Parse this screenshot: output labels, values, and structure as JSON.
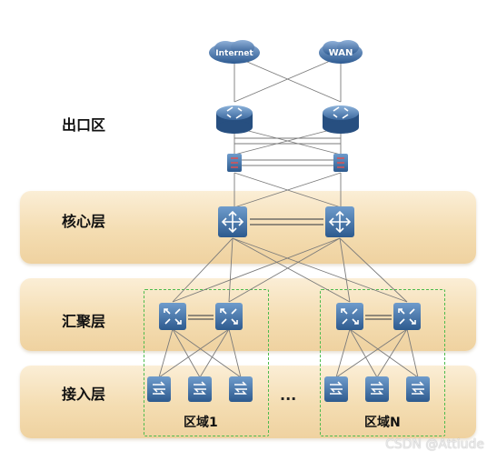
{
  "layers": {
    "egress": "出口区",
    "core": "核心层",
    "aggregation": "汇聚层",
    "access": "接入层"
  },
  "clouds": {
    "internet": "Internet",
    "wan": "WAN"
  },
  "zones": {
    "zone1": "区域1",
    "zoneN": "区域N",
    "ellipsis": "..."
  },
  "watermark": "CSDN @Attiude",
  "icons": {
    "cloud": "cloud-icon",
    "router": "router-icon",
    "firewall": "firewall-icon",
    "core_switch": "core-switch-icon",
    "aggregation_switch": "aggregation-switch-icon",
    "access_switch": "access-switch-icon"
  },
  "colors": {
    "band": "#f4ddb2",
    "device": "#3d6fa8",
    "zone_border": "#4cbb4c",
    "link": "#7a7a7a"
  }
}
